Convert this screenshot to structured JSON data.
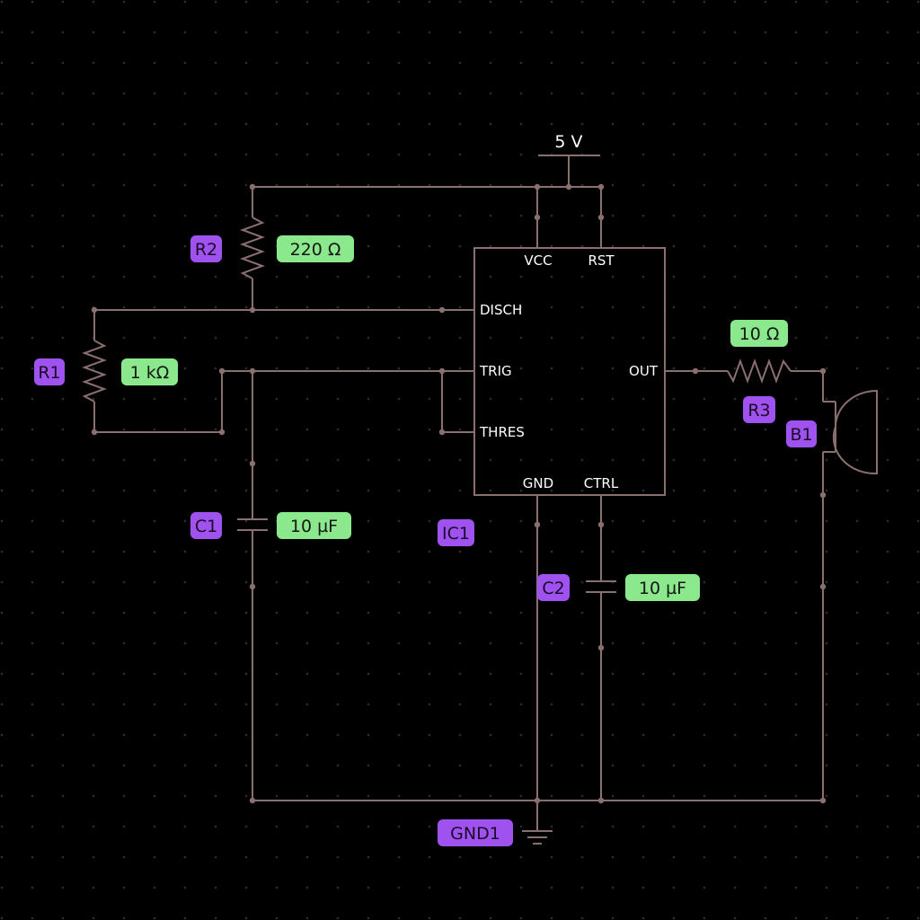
{
  "supply": {
    "label": "5 V"
  },
  "ic": {
    "ref": "IC1",
    "pins": {
      "vcc": "VCC",
      "rst": "RST",
      "disch": "DISCH",
      "trig": "TRIG",
      "thres": "THRES",
      "out": "OUT",
      "gnd": "GND",
      "ctrl": "CTRL"
    }
  },
  "components": {
    "r1": {
      "ref": "R1",
      "value": "1 kΩ"
    },
    "r2": {
      "ref": "R2",
      "value": "220 Ω"
    },
    "r3": {
      "ref": "R3",
      "value": "10 Ω"
    },
    "c1": {
      "ref": "C1",
      "value": "10 µF"
    },
    "c2": {
      "ref": "C2",
      "value": "10 µF"
    },
    "b1": {
      "ref": "B1"
    },
    "gnd1": {
      "ref": "GND1"
    }
  },
  "colors": {
    "background": "#000000",
    "wire": "#8a6f6f",
    "reference_tag": "#a052ee",
    "value_tag": "#8be88c",
    "pin_text": "#ffffff"
  }
}
